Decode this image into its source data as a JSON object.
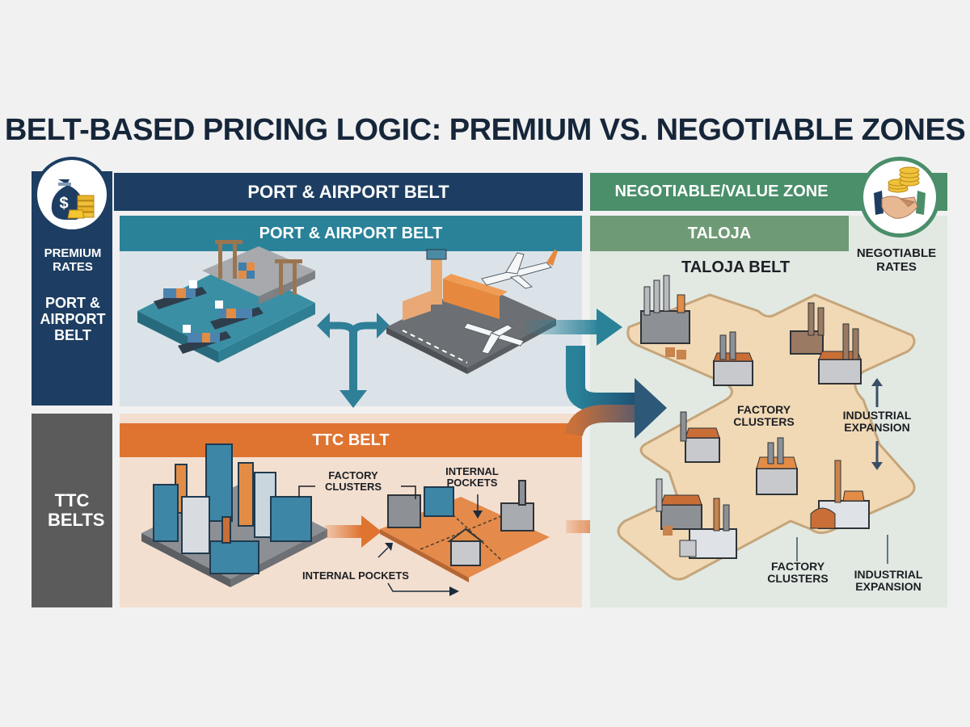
{
  "title": "BELT-BASED PRICING LOGIC: PREMIUM VS. NEGOTIABLE ZONES",
  "colors": {
    "navy": "#1d3e62",
    "teal": "#2a8299",
    "orange": "#df7431",
    "charcoal": "#5b5b5b",
    "green": "#4a8e6a",
    "green_light": "#6f9a76",
    "panel_blue": "#dbe3e9",
    "panel_peach": "#f3dfd0",
    "panel_green": "#e1e9e2",
    "land": "#f1d9b5",
    "background": "#f1f1f1"
  },
  "premium": {
    "icon": "money-bag-gold-icon",
    "rates_label": "PREMIUM RATES",
    "side_label": "PORT & AIRPORT BELT",
    "header": "PORT & AIRPORT BELT",
    "subheader": "PORT & AIRPORT BELT",
    "illustrations": [
      "container-port-icon",
      "airport-icon"
    ]
  },
  "ttc": {
    "side_label": "TTC BELTS",
    "header": "TTC BELT",
    "callouts": {
      "factory_clusters": "FACTORY CLUSTERS",
      "internal_pockets_top": "INTERNAL POCKETS",
      "internal_pockets_bottom": "INTERNAL POCKETS"
    },
    "illustrations": [
      "city-block-icon",
      "factory-plots-icon"
    ]
  },
  "negotiable": {
    "icon": "handshake-coins-icon",
    "header": "NEGOTIABLE/VALUE ZONE",
    "subheader": "TALOJA",
    "belt_label": "TALOJA BELT",
    "rates_label": "NEGOTIABLE RATES",
    "callouts": {
      "factory_clusters_mid": "FACTORY CLUSTERS",
      "industrial_expansion_mid": "INDUSTRIAL EXPANSION",
      "factory_clusters_bottom": "FACTORY CLUSTERS",
      "industrial_expansion_bottom": "INDUSTRIAL EXPANSION"
    },
    "illustrations": [
      "industrial-estate-icon"
    ]
  }
}
